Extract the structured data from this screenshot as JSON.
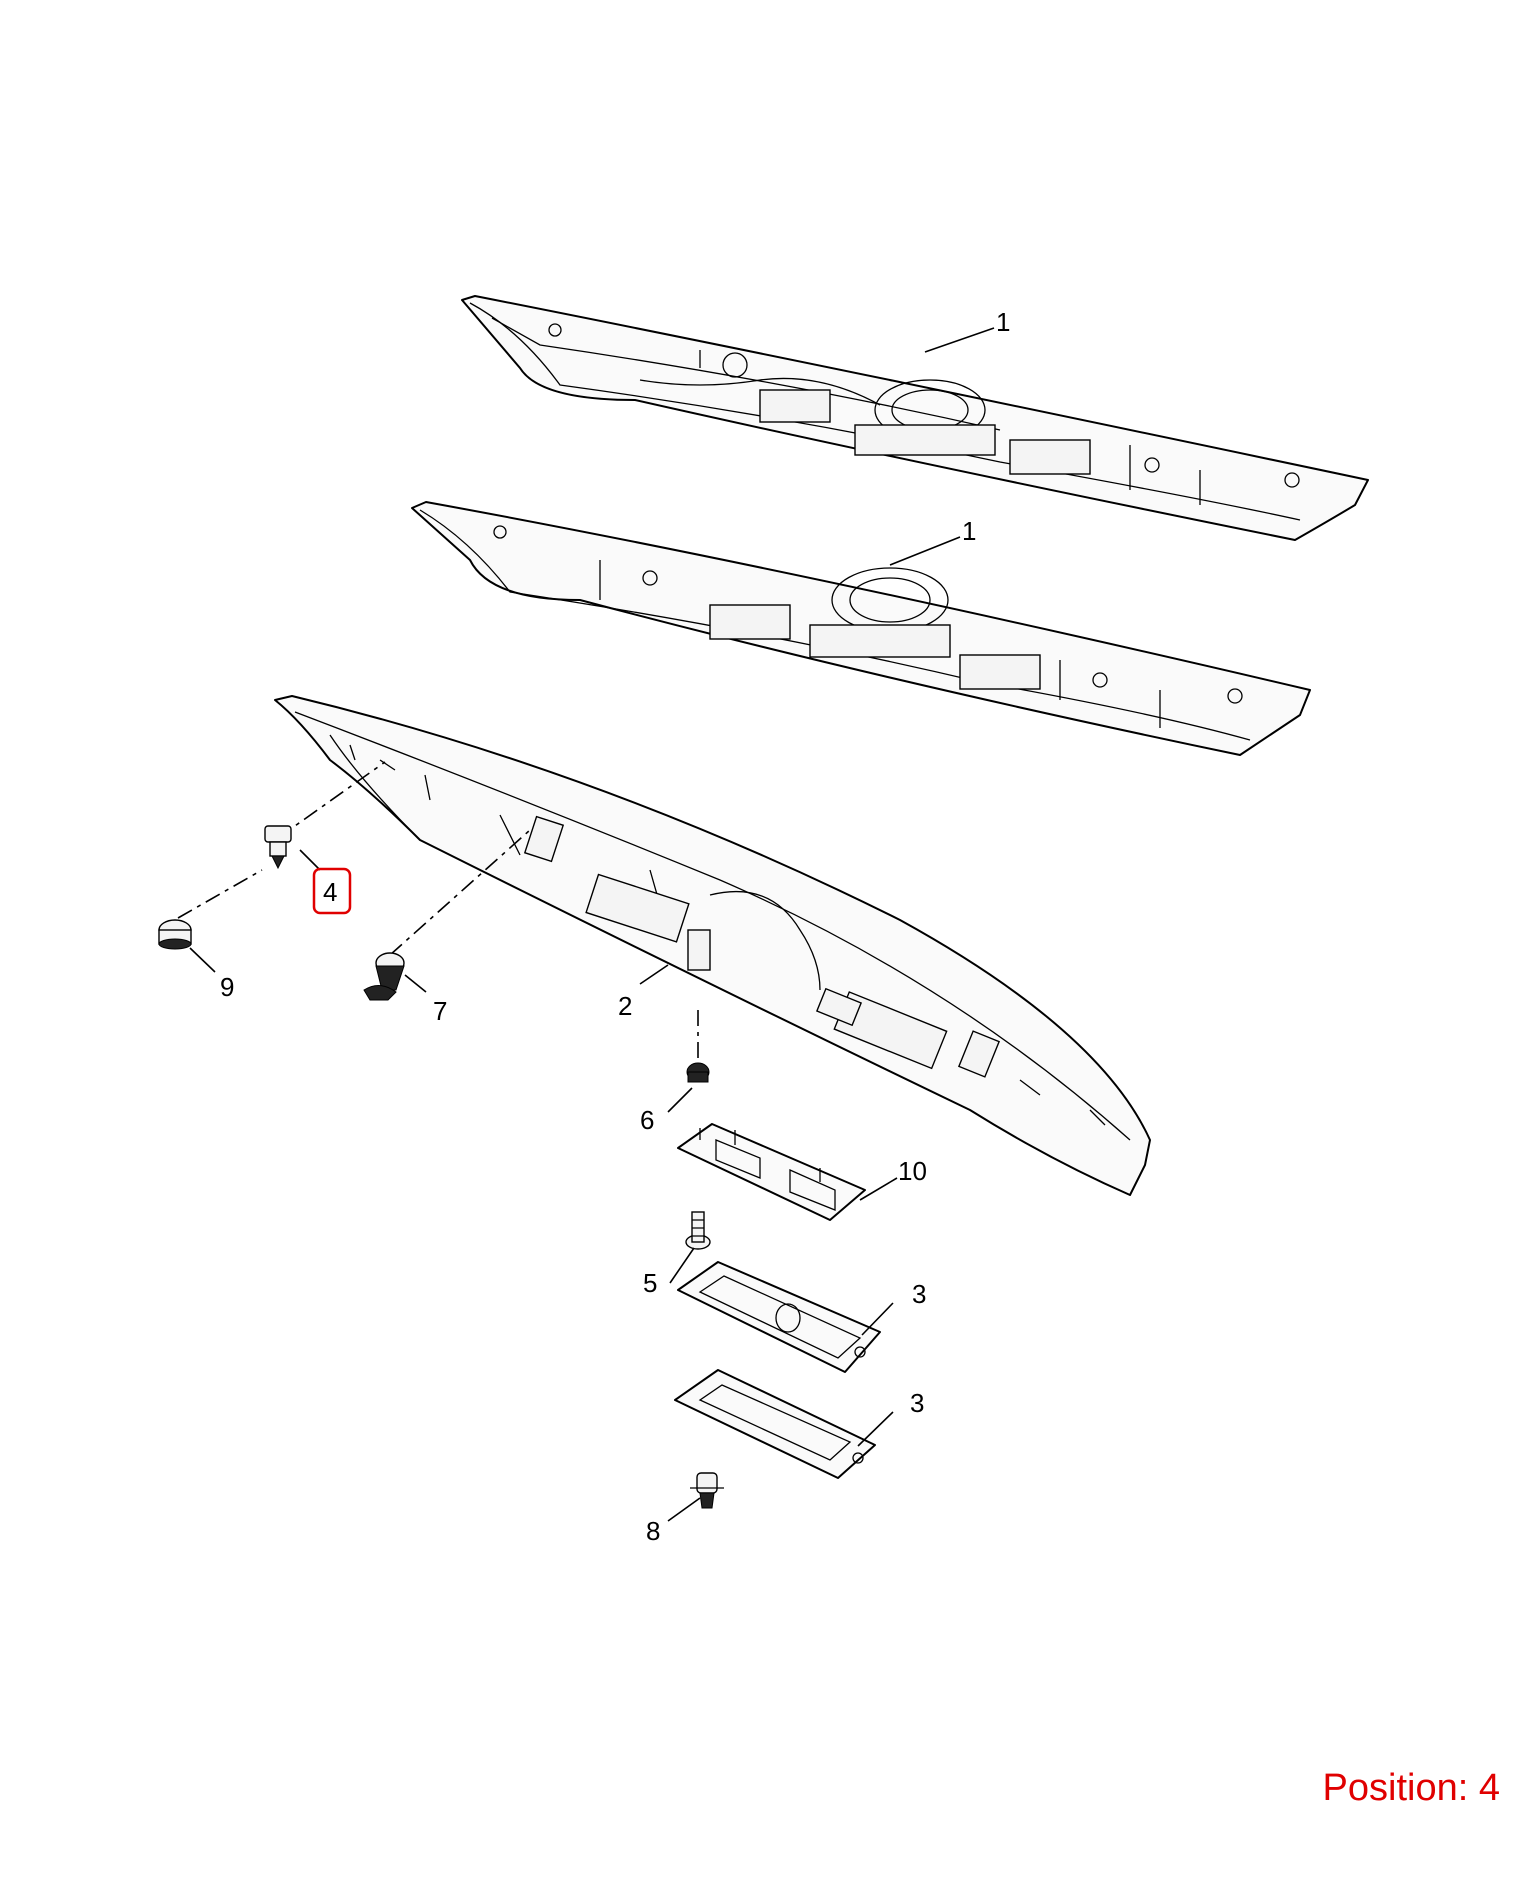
{
  "callouts": {
    "c1a": "1",
    "c1b": "1",
    "c2": "2",
    "c3a": "3",
    "c3b": "3",
    "c4": "4",
    "c5": "5",
    "c6": "6",
    "c7": "7",
    "c8": "8",
    "c9": "9",
    "c10": "10"
  },
  "position_label": "Position: 4",
  "highlight": {
    "callout": "4",
    "color": "#e00000"
  }
}
